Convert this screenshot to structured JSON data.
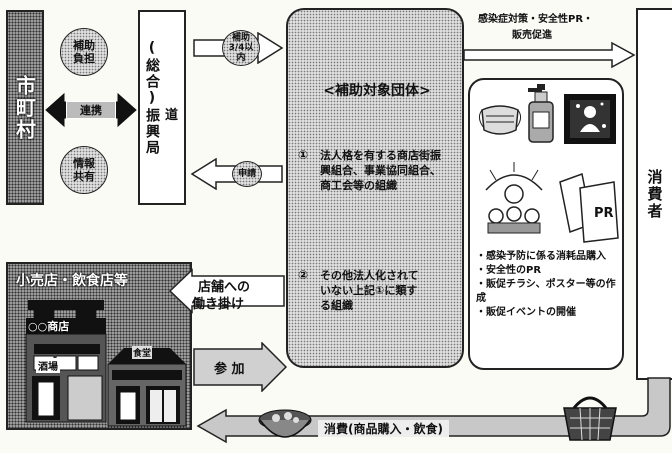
{
  "municipality": {
    "label": "市町村"
  },
  "subsidy_burden": {
    "label": "補助負担"
  },
  "liaison": {
    "label": "連携"
  },
  "info_share": {
    "label": "情報共有"
  },
  "promotion_bureau": {
    "label": "(総合)振興局"
  },
  "dou": {
    "label": "道"
  },
  "subsidy_rate": {
    "label": "補助3/4以内"
  },
  "application": {
    "label": "申請"
  },
  "target": {
    "title": "<補助対象団体>",
    "item1_num": "①",
    "item1_text": "法人格を有する商店街振興組合、事業協同組合、商工会等の組織",
    "item2_num": "②",
    "item2_text": "その他法人化されていない上記①に類する組織"
  },
  "top_arrow": {
    "line1": "感染症対策・安全性PR・",
    "line2": "販売促進"
  },
  "activities": {
    "items": [
      "・感染予防に係る消耗品購入",
      "・安全性のPR",
      "・販促チラシ、ポスター等の作成",
      "・販促イベントの開催"
    ],
    "flyer_label": "PR"
  },
  "consumer": {
    "label": "消費者"
  },
  "retail": {
    "title": "小売店・飲食店等",
    "shop_sign": "○○商店",
    "shop_sign2": "食堂",
    "noren": "酒場"
  },
  "store_outreach": {
    "line1": "店舗への",
    "line2": "働き掛け"
  },
  "participation": {
    "label": "参 加"
  },
  "consumption": {
    "label": "消費(商品購入・飲食)"
  }
}
